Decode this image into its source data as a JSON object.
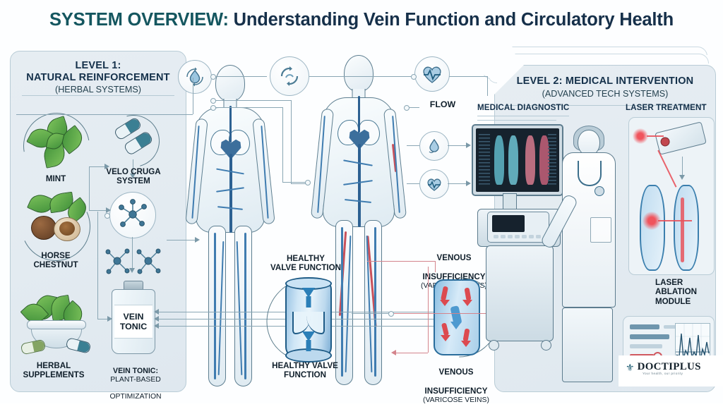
{
  "title": {
    "prefix": "SYSTEM OVERVIEW:",
    "rest": " Understanding Vein Function and Circulatory Health"
  },
  "left_panel": {
    "heading_line1": "LEVEL 1:",
    "heading_line2": "NATURAL REINFORCEMENT",
    "heading_sub": "(HERBAL SYSTEMS)",
    "items": [
      {
        "label": "MINT",
        "icon": "mint-leaf-icon"
      },
      {
        "label": "VELO CRUGA\nSYSTEM",
        "icon": "capsule-icon"
      },
      {
        "label": "HORSE\nCHESTNUT",
        "icon": "horse-chestnut-icon"
      },
      {
        "label": "HERBAL\nSUPPLEMENTS",
        "icon": "mortar-pestle-icon"
      }
    ],
    "molecule_icon": "molecule-network-icon",
    "bottle_label": "VEIN\nTONIC",
    "bottle_caption_bold": "VEIN TONIC:",
    "bottle_caption_line2": "PLANT-BASED",
    "bottle_caption_line3": "OPTIMIZATION"
  },
  "center": {
    "flow_label": "FLOW",
    "top_icons": [
      {
        "name": "water-drop-cycle-icon"
      },
      {
        "name": "recycle-arrows-icon"
      },
      {
        "name": "heartbeat-icon"
      }
    ],
    "side_icons": [
      {
        "name": "water-drop-icon"
      },
      {
        "name": "heart-pulse-icon"
      }
    ],
    "healthy_valve_top": "HEALTHY\nVALVE FUNCTION",
    "healthy_valve_bottom": "HEALTHY VALVE\nFUNCTION",
    "venous_top_line1": "VENOUS",
    "venous_top_line2": "INSUFFICIENCY",
    "venous_top_line3": "(VARICOSE VEINS)",
    "venous_bottom_line1": "VENOUS",
    "venous_bottom_line2": "INSUFFICIENCY",
    "venous_bottom_line3": "(VARICOSE VEINS)"
  },
  "right_panel": {
    "heading": "LEVEL 2: MEDICAL INTERVENTION",
    "heading_sub": "(ADVANCED TECH SYSTEMS)",
    "section_diagnostic": "MEDICAL DIAGNOSTIC",
    "section_laser": "LASER TREATMENT",
    "laser_module_label": "LASER\nABLATION\nMODULE"
  },
  "watermark": {
    "brand": "DOCTIPLUS",
    "tagline": "Your health, our priority",
    "icon": "stethoscope-icon"
  },
  "colors": {
    "title_accent": "#14565f",
    "title_main": "#16304a",
    "panel_bg": "#e4ecf1",
    "panel_border": "#b9ccd6",
    "vein_blue": "#2d6192",
    "alert_red": "#dc4a50",
    "laser_red": "#e8535c"
  }
}
